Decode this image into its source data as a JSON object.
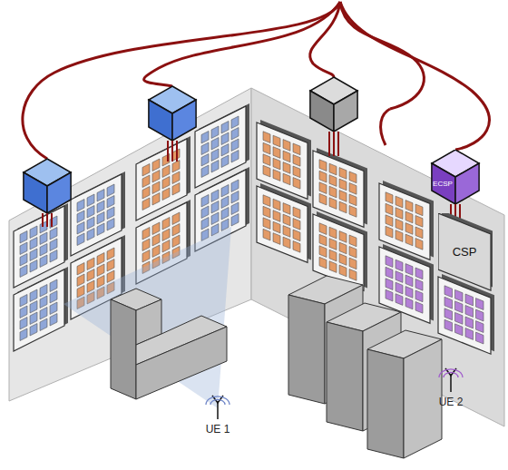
{
  "diagram": {
    "nodes": [
      {
        "text": [
          "ECSP"
        ]
      },
      {
        "text": [
          "CSP"
        ]
      }
    ],
    "edges": [
      {
        "from": 0,
        "to": 1,
        "arrow": "none"
      }
    ],
    "labels": [
      "UE 1",
      "UE 2"
    ]
  }
}
